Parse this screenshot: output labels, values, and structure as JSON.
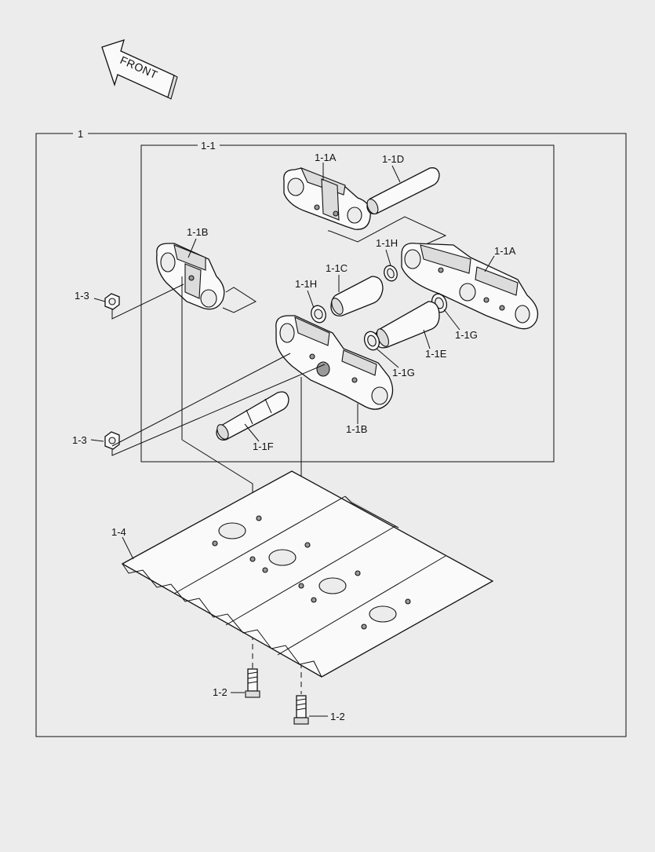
{
  "front_label": "FRONT",
  "labels": {
    "assembly": "1",
    "subassembly": "1-1",
    "link_a_top": "1-1A",
    "pin_d": "1-1D",
    "link_b_left": "1-1B",
    "seal_h_right": "1-1H",
    "link_a_right": "1-1A",
    "bushing_c": "1-1C",
    "seal_h_left": "1-1H",
    "nut_upper": "1-3",
    "spacer_g_right": "1-1G",
    "bushing_e": "1-1E",
    "spacer_g_left": "1-1G",
    "link_b_bottom": "1-1B",
    "pin_f": "1-1F",
    "nut_lower": "1-3",
    "shoe": "1-4",
    "bolt_left": "1-2",
    "bolt_right": "1-2"
  }
}
